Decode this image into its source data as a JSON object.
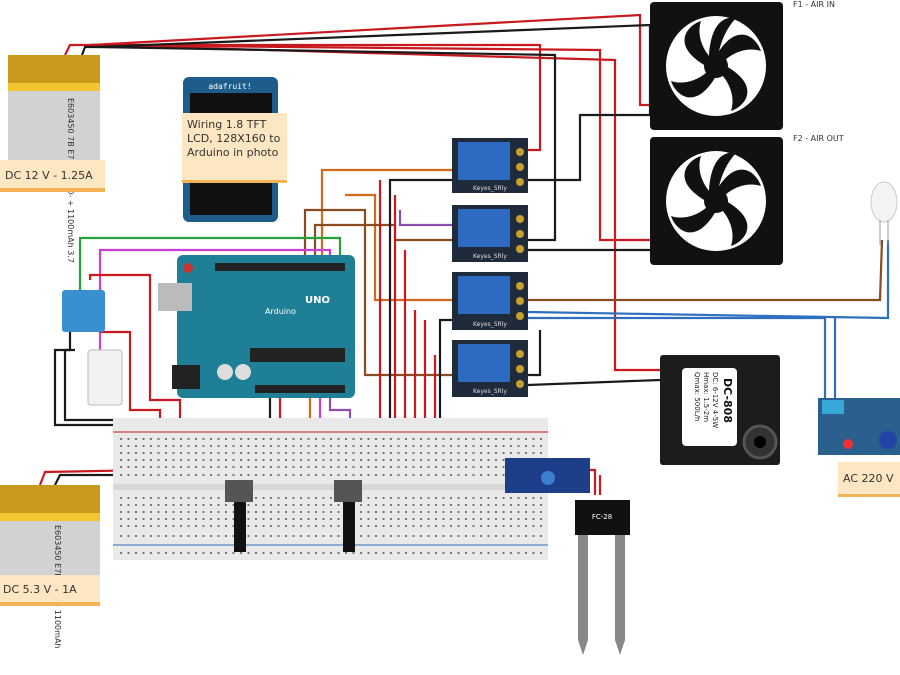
{
  "colors": {
    "wire_red": "#c8191e",
    "wire_black": "#1a1a1a",
    "wire_orange": "#d26a1e",
    "wire_brown": "#8b4a1f",
    "wire_green": "#27a23a",
    "wire_magenta": "#cc3fd2",
    "wire_blue": "#2f6fc0",
    "wire_purple": "#8a4fb0",
    "arduino": "#1f7f96",
    "relay": "#2d6ac2",
    "note": "#fde6c2"
  },
  "battery_12v": {
    "label": "E603450 7B E7B02-D60- + 1100mAh 3.7",
    "note": "DC 12 V - 1.25A"
  },
  "battery_5v": {
    "label": "E603450 E7B02-D + 1100mAh",
    "note": "DC 5.3 V - 1A"
  },
  "tft": {
    "brand": "adafruit!",
    "note": "Wiring 1.8 TFT LCD, 128X160 to Arduino in photo"
  },
  "fans": [
    {
      "label": "F1 - AIR IN"
    },
    {
      "label": "F2 - AIR OUT"
    }
  ],
  "relays": [
    {
      "label": "Keyes_SRly"
    },
    {
      "label": "Keyes_SRly"
    },
    {
      "label": "Keyes_SRly"
    },
    {
      "label": "Keyes_SRly"
    }
  ],
  "arduino": {
    "model": "UNO",
    "brand": "Arduino"
  },
  "pump": {
    "model": "DC-808",
    "spec1": "DC: 6-12V 4-5W",
    "spec2": "Hmax: 1.5-2m",
    "spec3": "Qmax: 500L/h"
  },
  "soil_sensor": {
    "label": "FC-28"
  },
  "ac_module": {
    "note": "AC 220 V"
  },
  "icons": [
    "battery-icon",
    "fan-icon",
    "relay-icon",
    "led-icon",
    "pump-icon",
    "potentiometer-icon",
    "dht-sensor-icon",
    "soil-probe-icon",
    "breadboard-icon",
    "arduino-board-icon",
    "tft-display-icon"
  ]
}
